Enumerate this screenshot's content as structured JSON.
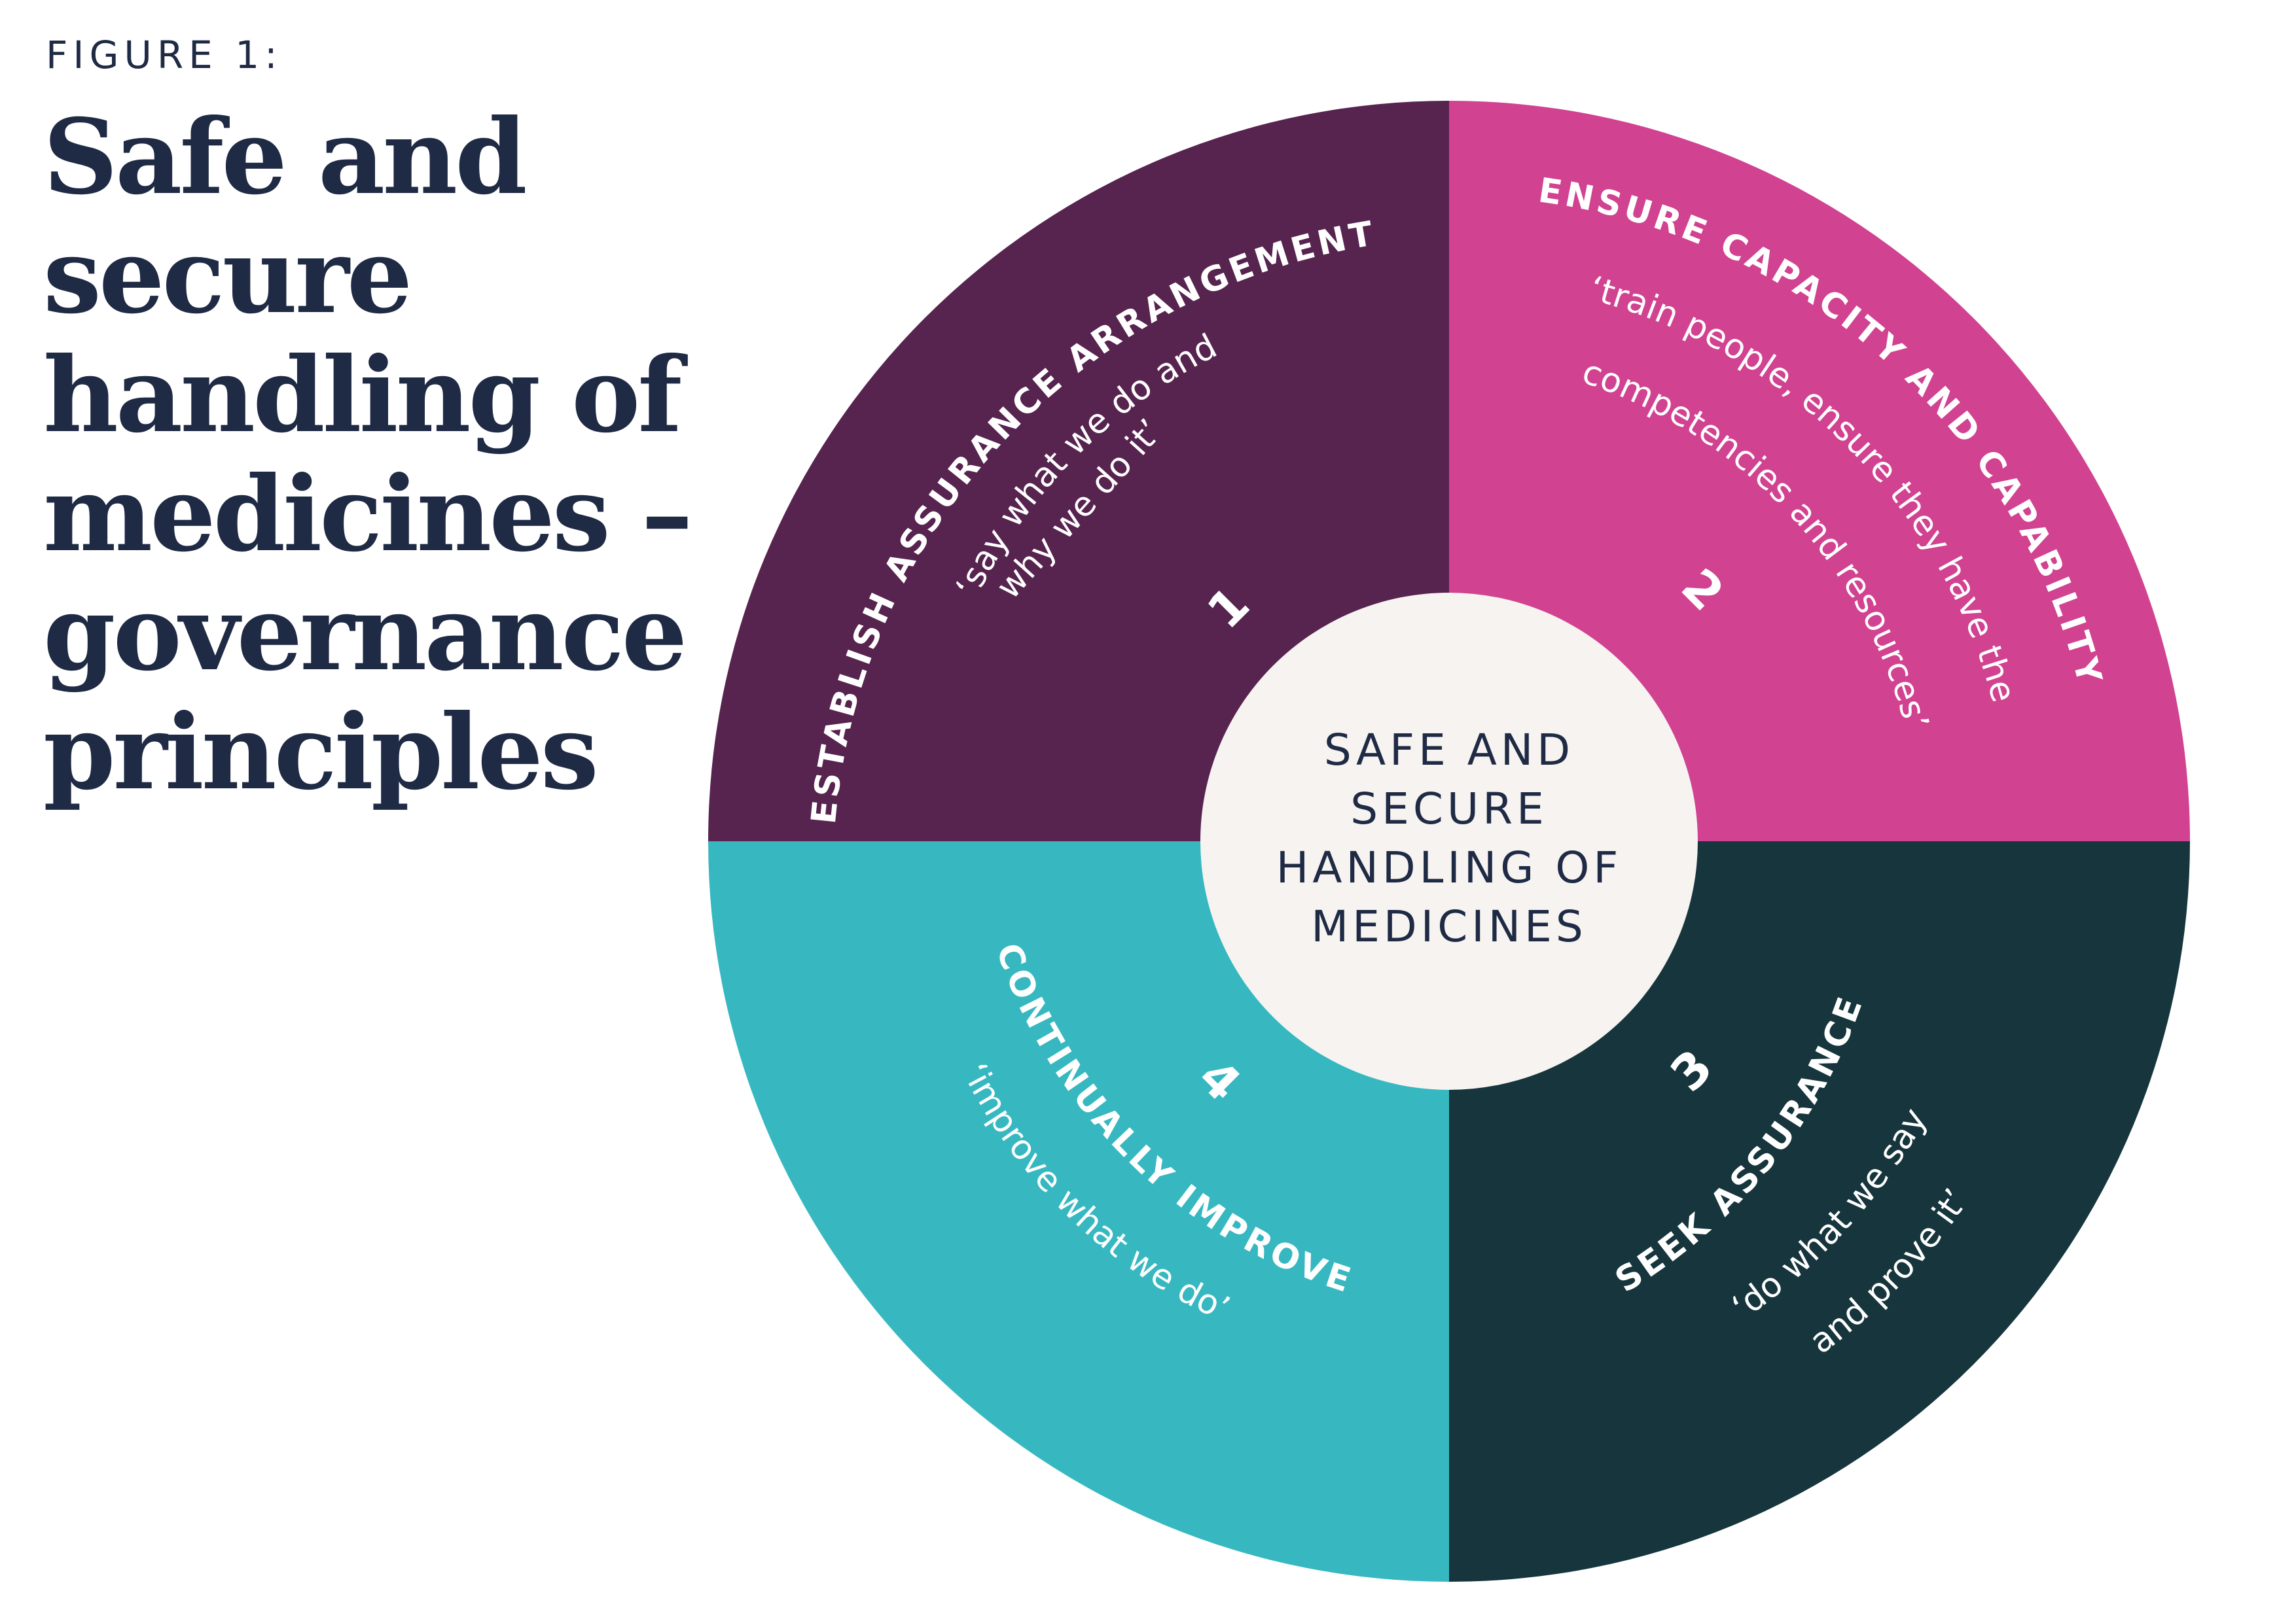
{
  "figure": {
    "label": "FIGURE 1:",
    "title": "Safe and secure handling of medicines – governance principles"
  },
  "diagram": {
    "center_lines": [
      "SAFE AND",
      "SECURE",
      "HANDLING OF",
      "MEDICINES"
    ],
    "center_color": "#f6f3f1",
    "segments": [
      {
        "number": "1",
        "title": "ESTABLISH ASSURANCE ARRANGEMENTS",
        "quote_lines": [
          "‘say what we do and",
          "why we do it’"
        ],
        "color": "#57234f"
      },
      {
        "number": "2",
        "title": "ENSURE CAPACITY AND CAPABILITY",
        "quote_lines": [
          "‘train people, ensure they have the",
          "competencies and resources’"
        ],
        "color": "#d14291"
      },
      {
        "number": "3",
        "title": "SEEK ASSURANCE",
        "quote_lines": [
          "‘do what we say",
          "and prove it’"
        ],
        "color": "#16353c"
      },
      {
        "number": "4",
        "title": "CONTINUALLY IMPROVE",
        "quote_lines": [
          "‘improve what we do’"
        ],
        "color": "#37b8c1"
      }
    ]
  }
}
